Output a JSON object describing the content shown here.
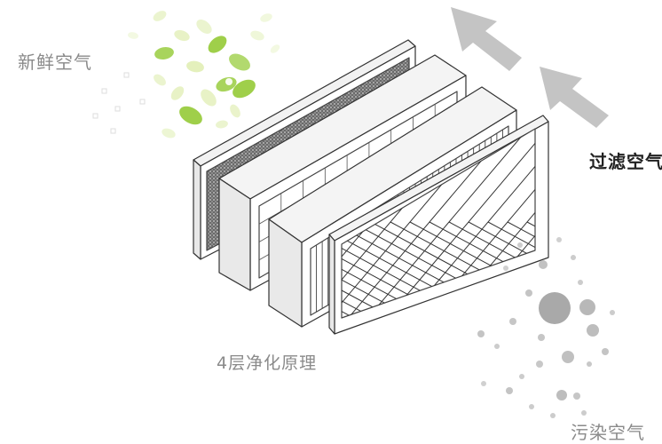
{
  "labels": {
    "fresh_air": "新鲜空气",
    "filtered_air": "过滤空气",
    "polluted_air": "污染空气",
    "principle": "4层净化原理"
  },
  "colors": {
    "leaf_green": "#9fcf4a",
    "leaf_light": "#d8eaa0",
    "arrow_gray": "#c4c4c4",
    "particle_gray": "#b5b5b5",
    "frame_stroke": "#333333",
    "carbon_mesh": "#555555"
  },
  "icons": [
    "leaves-icon",
    "arrow-up-icon",
    "particles-icon"
  ]
}
